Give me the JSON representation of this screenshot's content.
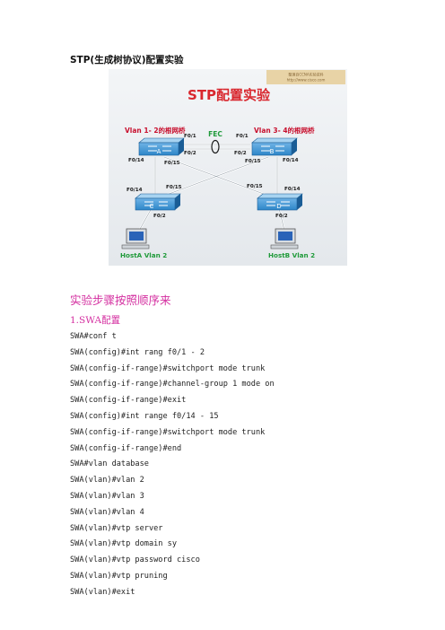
{
  "document": {
    "title": "STP(生成树协议)配置实验"
  },
  "figure": {
    "watermark": [
      "整理自CCNA实验资料",
      "http://www.cisco.com"
    ],
    "title": "STP配置实验",
    "left_label": "Vlan 1- 2的根网桥",
    "right_label": "Vlan 3- 4的根网桥",
    "fec_label": "FEC",
    "switches": [
      "A",
      "B",
      "C",
      "D"
    ],
    "ports": {
      "a_f01": "F0/1",
      "a_f02": "F0/2",
      "a_f014": "F0/14",
      "a_f015": "F0/15",
      "b_f01": "F0/1",
      "b_f02": "F0/2",
      "b_f015": "F0/15",
      "b_f014": "F0/14",
      "c_f014": "F0/14",
      "c_f015": "F0/15",
      "c_f02": "F0/2",
      "d_f015": "F0/15",
      "d_f014": "F0/14",
      "d_f02": "F0/2"
    },
    "hosts": [
      "HostA Vlan 2",
      "HostB Vlan 2"
    ],
    "colors": {
      "title": "#d9272e",
      "left_label": "#c8102e",
      "right_label": "#c8102e",
      "fec": "#1f9a3a",
      "host_label": "#1f9a3a",
      "switch_top": "#2d86c8",
      "switch_side": "#1a5d96"
    }
  },
  "content": {
    "steps_heading": "实验步骤按照顺序来",
    "section_label": "1.SWA配置",
    "commands": [
      "SWA#conf t",
      "SWA(config)#int rang f0/1 - 2",
      "SWA(config-if-range)#switchport mode trunk",
      "SWA(config-if-range)#channel-group 1 mode on",
      "SWA(config-if-range)#exit",
      "SWA(config)#int range f0/14 - 15",
      "SWA(config-if-range)#switchport mode trunk",
      "SWA(config-if-range)#end",
      "SWA#vlan database",
      "SWA(vlan)#vlan 2",
      "SWA(vlan)#vlan 3",
      "SWA(vlan)#vlan 4",
      "SWA(vlan)#vtp server",
      "SWA(vlan)#vtp domain sy",
      "SWA(vlan)#vtp password cisco",
      "SWA(vlan)#vtp pruning",
      "SWA(vlan)#exit"
    ]
  }
}
